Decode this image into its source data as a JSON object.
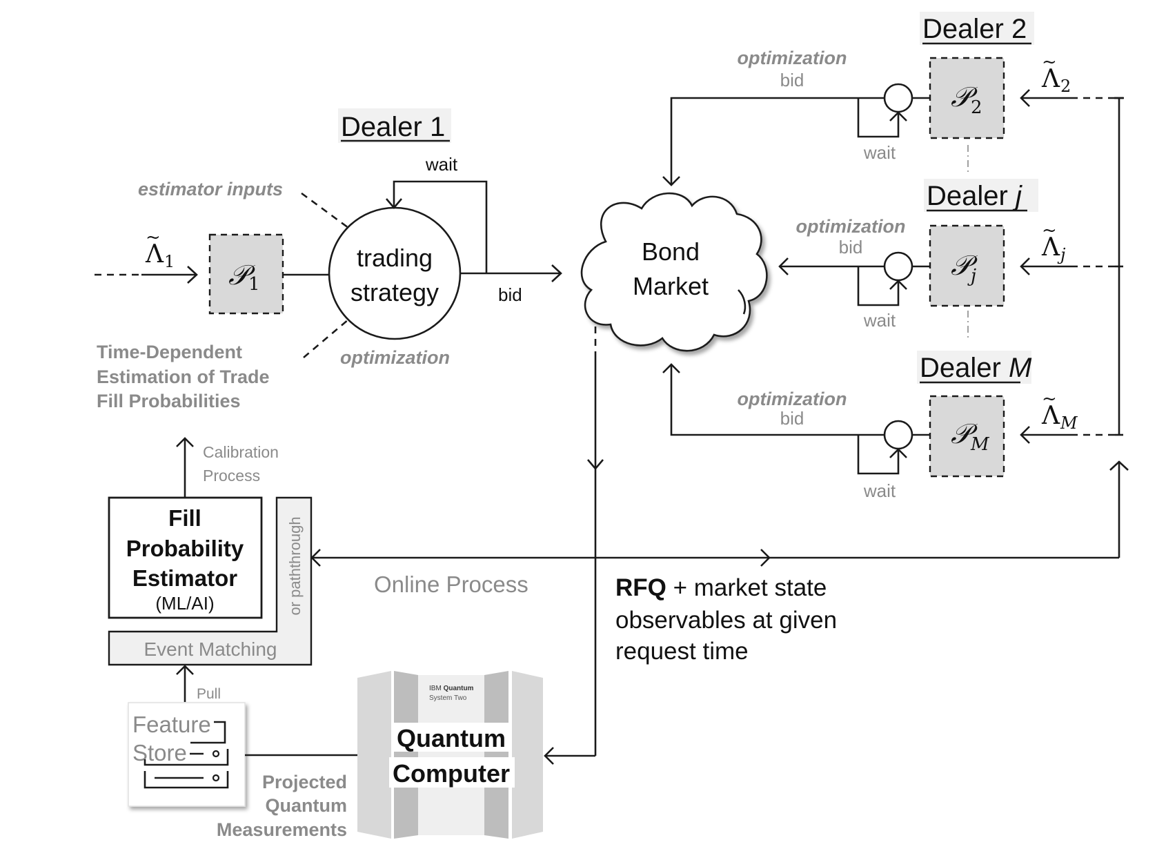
{
  "dealer1": {
    "title": "Dealer 1",
    "lambda_symbol": "Λ",
    "lambda_sub": "1",
    "p_symbol": "𝒫",
    "p_sub": "1",
    "strategy_line1": "trading",
    "strategy_line2": "strategy",
    "wait_label": "wait",
    "bid_label": "bid",
    "estimator_inputs_label": "estimator inputs",
    "optimization_label": "optimization"
  },
  "left_caption": {
    "lines": [
      "Time-Dependent",
      "Estimation of Trade",
      "Fill Probabilities"
    ]
  },
  "market": {
    "line1": "Bond",
    "line2": "Market"
  },
  "dealers_right": [
    {
      "title_prefix": "Dealer ",
      "title_var": "2",
      "title_var_italic": false,
      "p_sub": "2",
      "lambda_sub": "2",
      "optimization_label": "optimization",
      "bid_label": "bid",
      "wait_label": "wait"
    },
    {
      "title_prefix": "Dealer ",
      "title_var": "j",
      "title_var_italic": true,
      "p_sub": "j",
      "lambda_sub": "j",
      "optimization_label": "optimization",
      "bid_label": "bid",
      "wait_label": "wait"
    },
    {
      "title_prefix": "Dealer ",
      "title_var": "M",
      "title_var_italic": true,
      "p_sub": "M",
      "lambda_sub": "M",
      "optimization_label": "optimization",
      "bid_label": "bid",
      "wait_label": "wait"
    }
  ],
  "estimator": {
    "line1": "Fill",
    "line2": "Probability",
    "line3": "Estimator",
    "line4": "(ML/AI)"
  },
  "calibration": {
    "line1": "Calibration",
    "line2": "Process"
  },
  "event_matching": {
    "label": "Event Matching",
    "side_label": "or paththrough"
  },
  "online_process_label": "Online Process",
  "rfq": {
    "bold": "RFQ",
    "line1_rest": " + market state",
    "line2": "observables at given",
    "line3": "request time"
  },
  "feature_store": {
    "line1": "Feature",
    "line2": "Store",
    "pull_label": "Pull"
  },
  "quantum": {
    "brand_light": "IBM ",
    "brand_bold": "Quantum",
    "model": "System Two",
    "line1": "Quantum",
    "line2": "Computer"
  },
  "projected": {
    "lines": [
      "Projected",
      "Quantum",
      "Measurements"
    ]
  }
}
